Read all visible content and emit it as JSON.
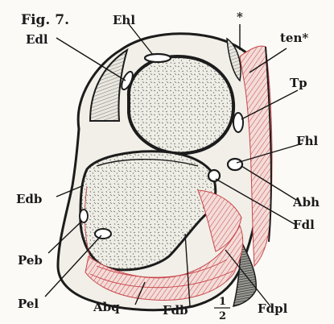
{
  "figure": {
    "title": "Fig. 7.",
    "colors": {
      "ink": "#1c1c1c",
      "muscle_red": "#c8454a",
      "bone_fill": "#efeee6",
      "paper": "#fbfaf6"
    }
  },
  "labels": {
    "ehl": "Ehl",
    "asterisk": "*",
    "edl": "Edl",
    "ten_star": "ten*",
    "tp": "Tp",
    "fhl": "Fhl",
    "edb": "Edb",
    "abh": "Abh",
    "fdl": "Fdl",
    "peb": "Peb",
    "pel": "Pel",
    "abq": "Abq",
    "fdb": "Fdb",
    "fdpl": "Fdpl"
  },
  "scale": {
    "numerator": "1",
    "denominator": "2"
  }
}
